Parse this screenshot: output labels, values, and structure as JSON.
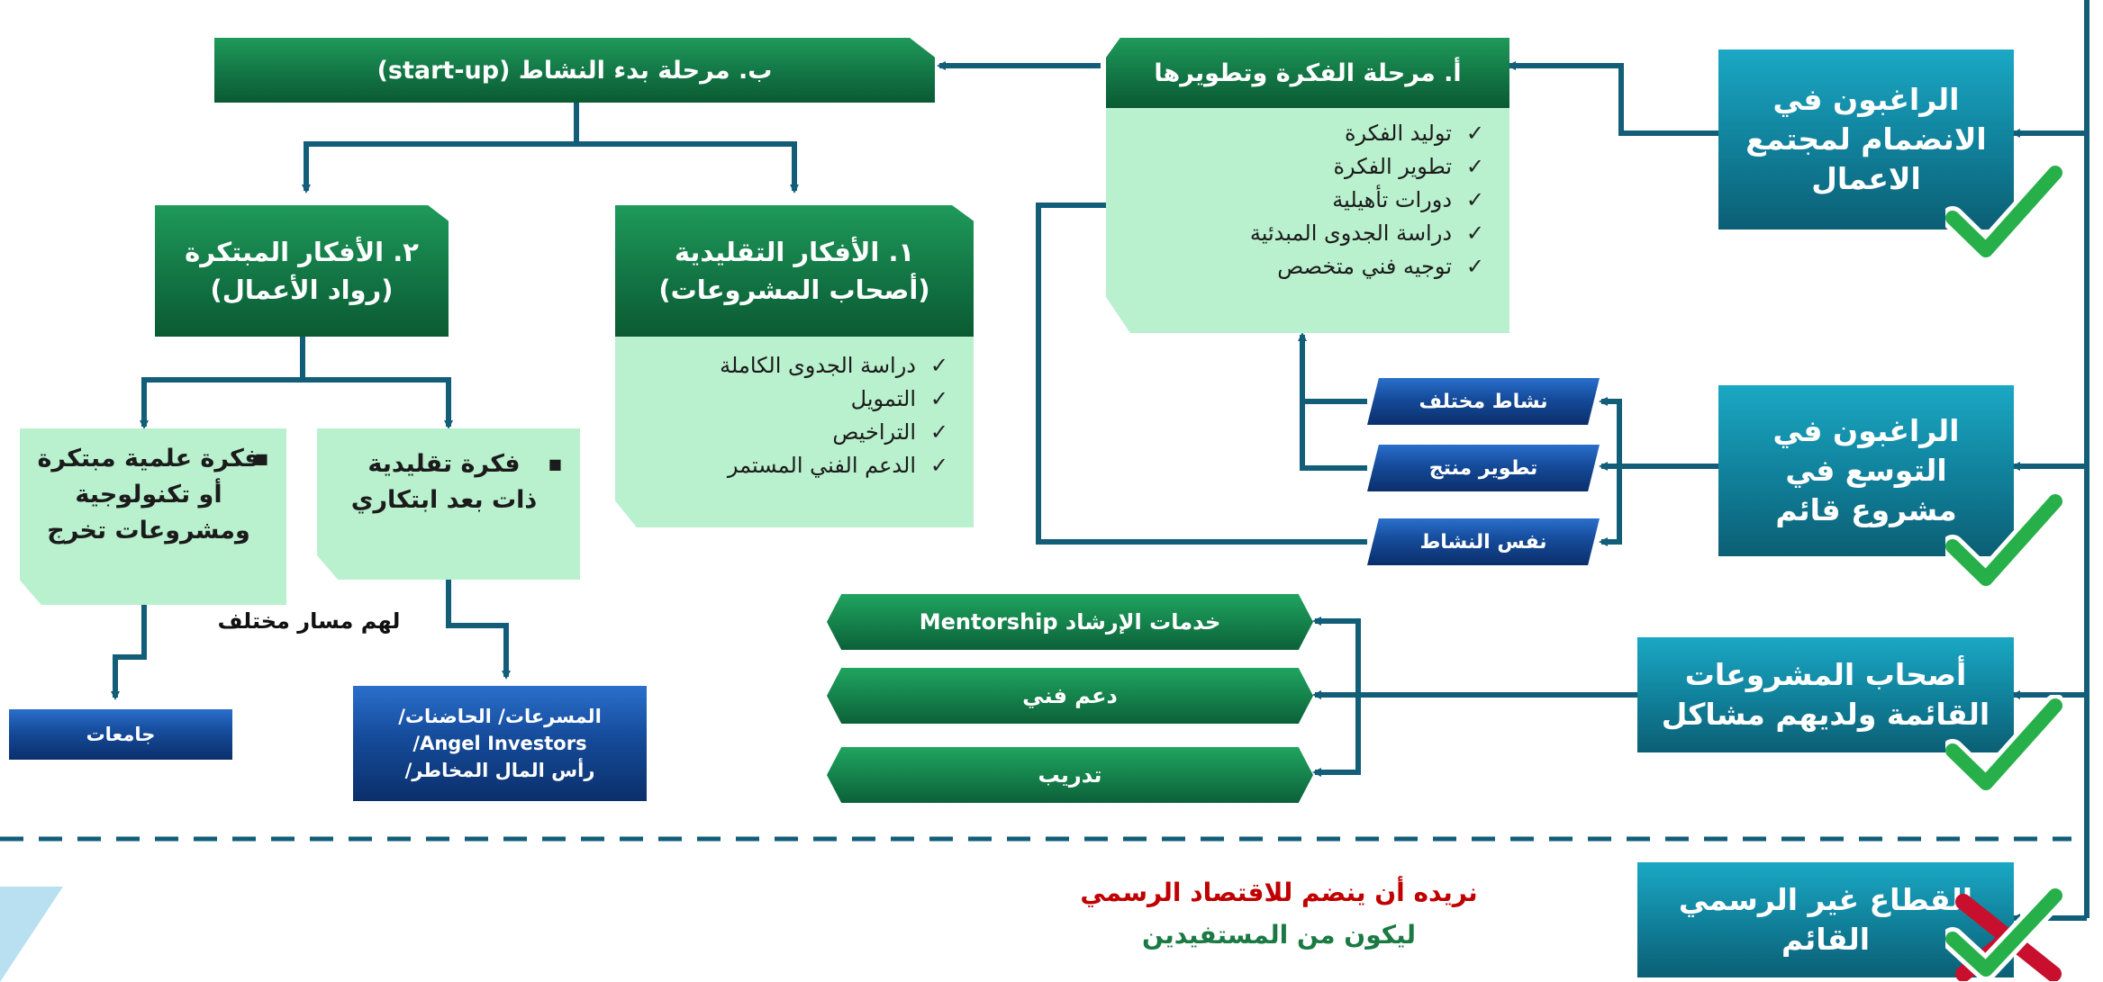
{
  "categories": [
    {
      "label": "الراغبون في الانضمام لمجتمع الاعمال",
      "mark": "check"
    },
    {
      "label": "الراغبون في التوسع في مشروع قائم",
      "mark": "check"
    },
    {
      "label": "أصحاب المشروعات القائمة ولديهم مشاكل",
      "mark": "check"
    },
    {
      "label": "القطاع غير الرسمي القائم",
      "mark": "check-with-cross"
    }
  ],
  "stage_a": {
    "title": "أ. مرحلة الفكرة وتطويرها",
    "items": [
      "توليد الفكرة",
      "تطوير الفكرة",
      "دورات تأهيلية",
      "دراسة الجدوى المبدئية",
      "توجيه فني متخصص"
    ]
  },
  "stage_b": {
    "title": "ب. مرحلة بدء النشاط (start-up)"
  },
  "traditional": {
    "title_line1": "١. الأفكار التقليدية",
    "title_line2": "(أصحاب المشروعات)",
    "items": [
      "دراسة الجدوى الكاملة",
      "التمويل",
      "التراخيص",
      "الدعم الفني المستمر"
    ]
  },
  "innovative": {
    "title_line1": "٢. الأفكار المبتكرة",
    "title_line2": "(رواد الأعمال)"
  },
  "idea_traditional": {
    "line1": "فكرة تقليدية",
    "line2": "ذات بعد ابتكاري"
  },
  "idea_scientific": {
    "line1": "فكرة علمية مبتكرة",
    "line2": "أو تكنولوجية",
    "line3": "ومشروعات تخرج"
  },
  "different_path": "لهم مسار مختلف",
  "universities": "جامعات",
  "accelerators": {
    "line1": "المسرعات/ الحاضنات/",
    "line2": "/Angel Investors",
    "line3": "رأس المال المخاطر/"
  },
  "expansion_options": [
    "نشاط مختلف",
    "تطوير منتج",
    "نفس النشاط"
  ],
  "support_services": [
    "خدمات الإرشاد Mentorship",
    "دعم فني",
    "تدريب"
  ],
  "informal_note": {
    "line1": "نريده أن ينضم للاقتصاد الرسمي",
    "line2": "ليكون من المستفيدين"
  },
  "colors": {
    "teal": "#107f99",
    "green": "#127544",
    "light_green": "#b9f0ce",
    "navy": "#154b9a",
    "connector": "#125e78",
    "note_red": "#c00000",
    "note_green": "#1b7a43",
    "check": "#27b04a",
    "cross": "#c8102e"
  }
}
